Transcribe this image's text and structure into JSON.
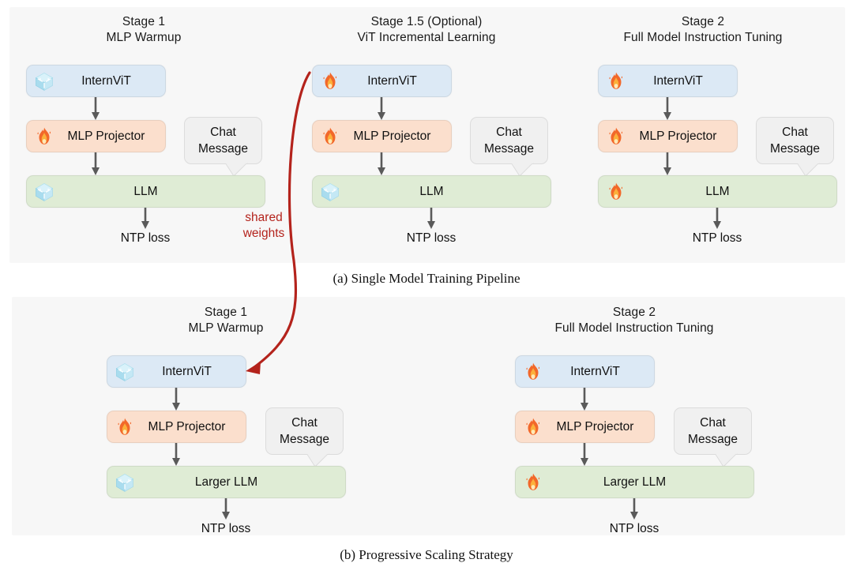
{
  "figure": {
    "background": "#ffffff",
    "panel_bg": "#f7f7f7",
    "colors": {
      "vit_box": "#dce9f5",
      "projector_box": "#fbdfcd",
      "llm_box": "#dfecd5",
      "bubble_box": "#f0f0f0",
      "arrow_gray": "#5a5a5a",
      "shared_weights_red": "#b4231c",
      "text": "#111111"
    },
    "captions": {
      "a": "(a) Single Model Training Pipeline",
      "b": "(b) Progressive Scaling Strategy"
    },
    "shared_weights_label": {
      "line1": "shared",
      "line2": "weights"
    }
  },
  "panel_a": {
    "id": "a",
    "stages": [
      {
        "title_line1": "Stage 1",
        "title_line2": "MLP Warmup",
        "nodes": [
          {
            "label": "InternViT",
            "icon": "ice-cube-icon",
            "state": "frozen",
            "kind": "vit"
          },
          {
            "label": "MLP Projector",
            "icon": "fire-icon",
            "state": "trainable",
            "kind": "projector"
          },
          {
            "label": "LLM",
            "icon": "ice-cube-icon",
            "state": "frozen",
            "kind": "llm"
          }
        ],
        "bubble_line1": "Chat",
        "bubble_line2": "Message",
        "loss": "NTP loss"
      },
      {
        "title_line1": "Stage 1.5 (Optional)",
        "title_line2": "ViT Incremental Learning",
        "nodes": [
          {
            "label": "InternViT",
            "icon": "fire-icon",
            "state": "trainable",
            "kind": "vit"
          },
          {
            "label": "MLP Projector",
            "icon": "fire-icon",
            "state": "trainable",
            "kind": "projector"
          },
          {
            "label": "LLM",
            "icon": "ice-cube-icon",
            "state": "frozen",
            "kind": "llm"
          }
        ],
        "bubble_line1": "Chat",
        "bubble_line2": "Message",
        "loss": "NTP loss"
      },
      {
        "title_line1": "Stage 2",
        "title_line2": "Full Model Instruction Tuning",
        "nodes": [
          {
            "label": "InternViT",
            "icon": "fire-icon",
            "state": "trainable",
            "kind": "vit"
          },
          {
            "label": "MLP Projector",
            "icon": "fire-icon",
            "state": "trainable",
            "kind": "projector"
          },
          {
            "label": "LLM",
            "icon": "fire-icon",
            "state": "trainable",
            "kind": "llm"
          }
        ],
        "bubble_line1": "Chat",
        "bubble_line2": "Message",
        "loss": "NTP loss"
      }
    ]
  },
  "panel_b": {
    "id": "b",
    "stages": [
      {
        "title_line1": "Stage 1",
        "title_line2": "MLP Warmup",
        "nodes": [
          {
            "label": "InternViT",
            "icon": "ice-cube-icon",
            "state": "frozen",
            "kind": "vit"
          },
          {
            "label": "MLP Projector",
            "icon": "fire-icon",
            "state": "trainable",
            "kind": "projector"
          },
          {
            "label": "Larger LLM",
            "icon": "ice-cube-icon",
            "state": "frozen",
            "kind": "llm"
          }
        ],
        "bubble_line1": "Chat",
        "bubble_line2": "Message",
        "loss": "NTP loss"
      },
      {
        "title_line1": "Stage 2",
        "title_line2": "Full Model Instruction Tuning",
        "nodes": [
          {
            "label": "InternViT",
            "icon": "fire-icon",
            "state": "trainable",
            "kind": "vit"
          },
          {
            "label": "MLP Projector",
            "icon": "fire-icon",
            "state": "trainable",
            "kind": "projector"
          },
          {
            "label": "Larger LLM",
            "icon": "fire-icon",
            "state": "trainable",
            "kind": "llm"
          }
        ],
        "bubble_line1": "Chat",
        "bubble_line2": "Message",
        "loss": "NTP loss"
      }
    ]
  }
}
